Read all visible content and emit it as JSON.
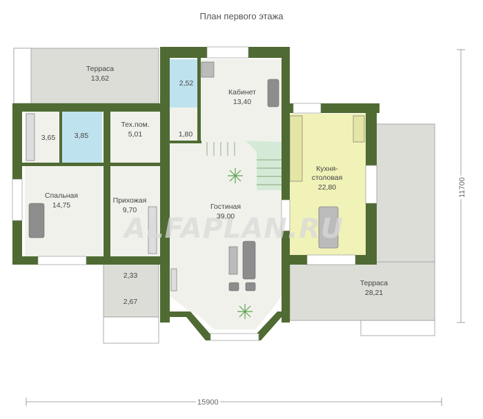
{
  "title": "План первого этажа",
  "watermark": "ALFAPLAN.RU",
  "dimensions": {
    "width": "15900",
    "height": "11700"
  },
  "rooms": [
    {
      "id": "terrace-top",
      "name": "Терраса",
      "area": "13,62"
    },
    {
      "id": "wc",
      "name": "",
      "area": "2,52"
    },
    {
      "id": "office",
      "name": "Кабинет",
      "area": "13,40"
    },
    {
      "id": "closet",
      "name": "",
      "area": "3,65"
    },
    {
      "id": "bath",
      "name": "",
      "area": "3,85"
    },
    {
      "id": "tech",
      "name": "Тех.пом.",
      "area": "5,01"
    },
    {
      "id": "hall-small",
      "name": "",
      "area": "1,80"
    },
    {
      "id": "kitchen",
      "name": "Кухня-\nстоловая",
      "area": "22,80"
    },
    {
      "id": "bedroom",
      "name": "Спальная",
      "area": "14,75"
    },
    {
      "id": "entrance",
      "name": "Прихожая",
      "area": "9,70"
    },
    {
      "id": "living",
      "name": "Гостиная",
      "area": "39,00"
    },
    {
      "id": "porch-1",
      "name": "",
      "area": "2,33"
    },
    {
      "id": "porch-2",
      "name": "",
      "area": "2,67"
    },
    {
      "id": "terrace-right",
      "name": "Терраса",
      "area": "28,21"
    }
  ],
  "colors": {
    "wall": "#4f6b33",
    "room": "#f1f1ec",
    "terrace": "#dcddd7",
    "bath": "#bfe3ee",
    "kitchen": "#f1f2b8",
    "stairs": "#d5ead6",
    "furniture": "#8d8d8d"
  }
}
